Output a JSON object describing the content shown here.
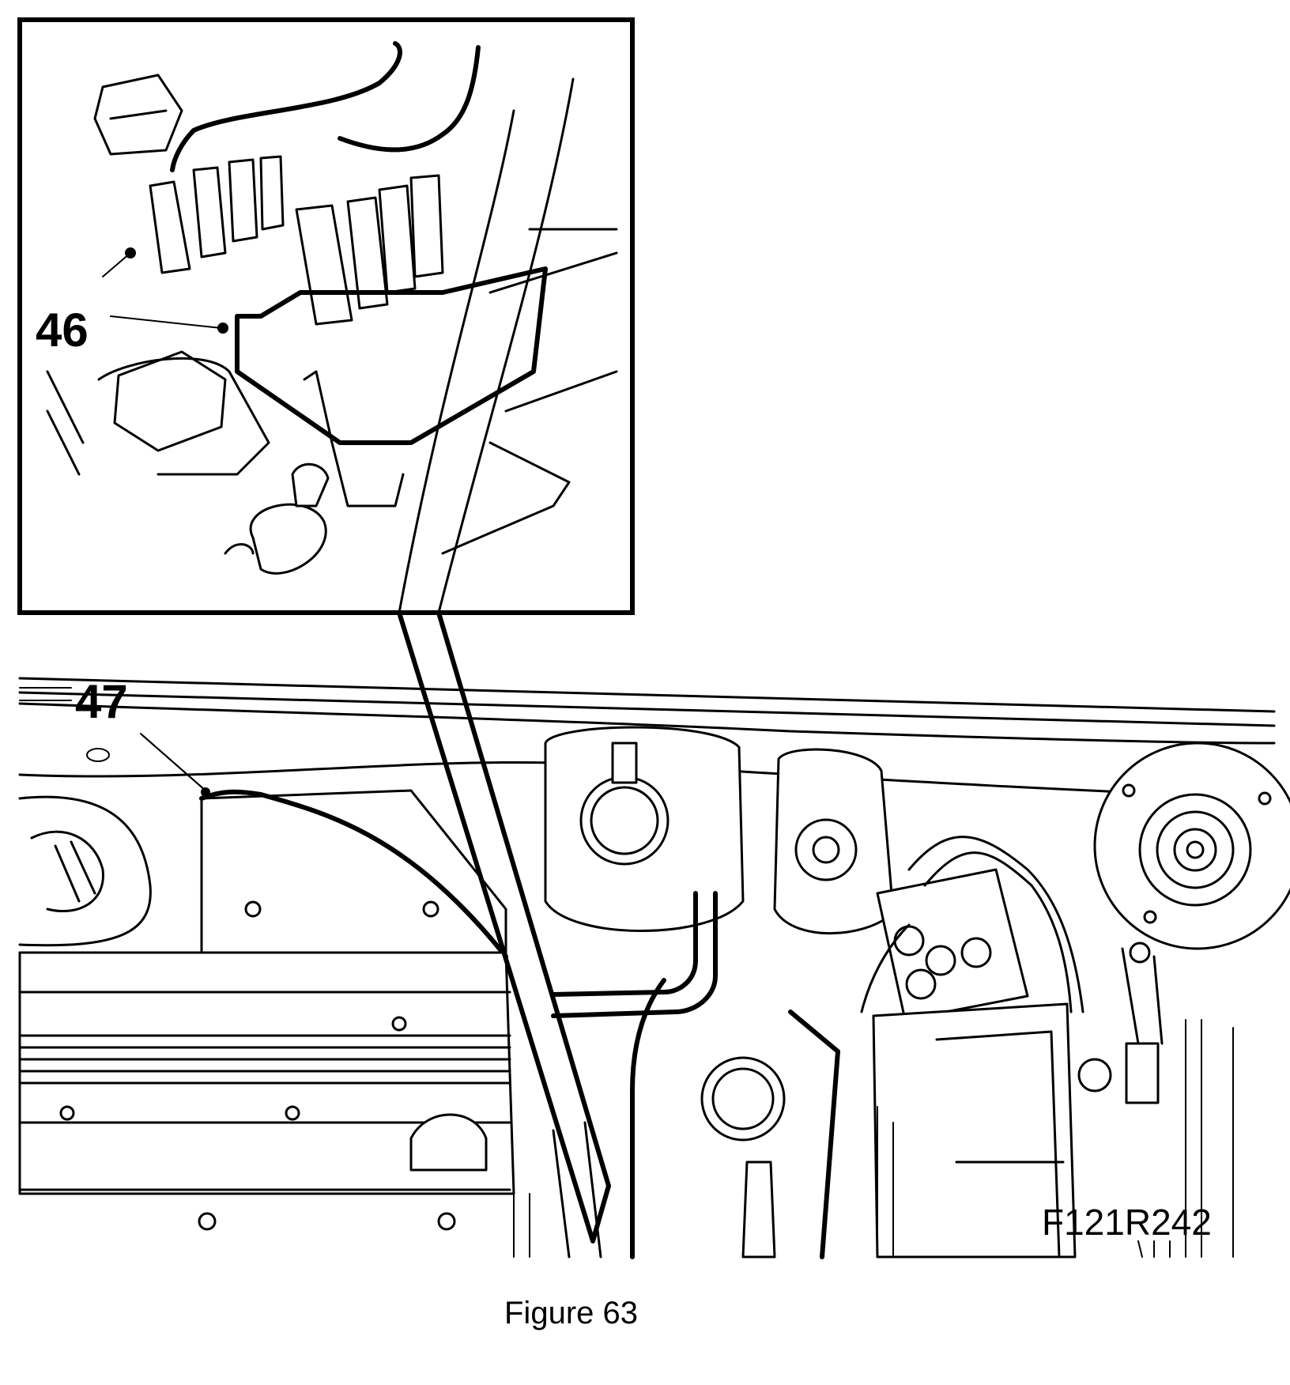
{
  "figure": {
    "callouts": {
      "inset_label": "46",
      "engine_label": "47"
    },
    "drawing_code": "F121R242",
    "caption": "Figure 63"
  }
}
